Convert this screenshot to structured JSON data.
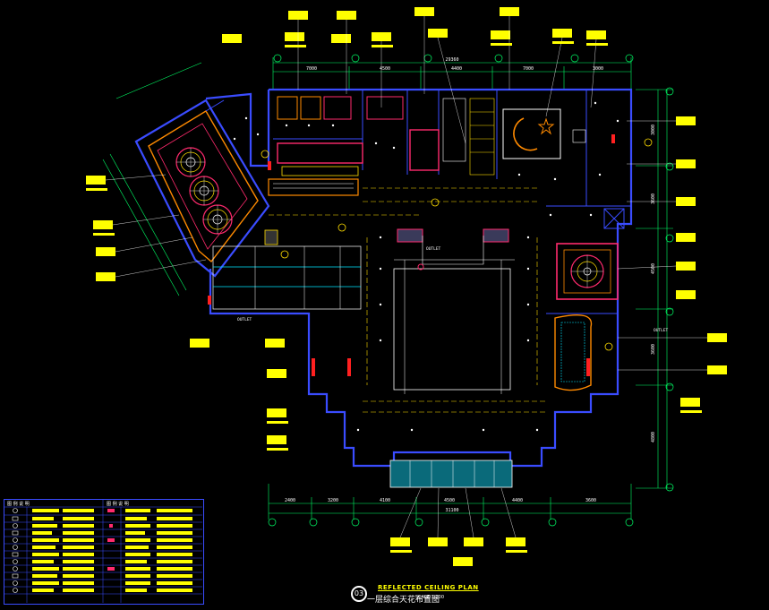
{
  "drawing": {
    "title_en": "REFLECTED CEILING PLAN",
    "title_cn": "一层综合天花布置图",
    "scale": "SCALE 1:100",
    "sheet_number": "03"
  },
  "dimensions": {
    "top_total": "29360",
    "top": [
      "7000",
      "4500",
      "4400",
      "7000",
      "3000"
    ],
    "bottom_total": "31100",
    "bottom": [
      "2400",
      "3200",
      "4100",
      "4500",
      "4400",
      "3600"
    ],
    "right": [
      "3000",
      "3600",
      "4500",
      "3600",
      "4800"
    ]
  },
  "labels": {
    "outlet": "OUTLET"
  },
  "legend": {
    "head_left": "图 例 说 明",
    "head_right": "图 例 说 明"
  },
  "colors": {
    "background": "#000000",
    "wall": "#3a4cff",
    "ceiling": "#ff2a6d",
    "grid": "#ffff00",
    "fixture": "#ffffff",
    "light": "#ffdd00",
    "dim": "#00ff66"
  }
}
